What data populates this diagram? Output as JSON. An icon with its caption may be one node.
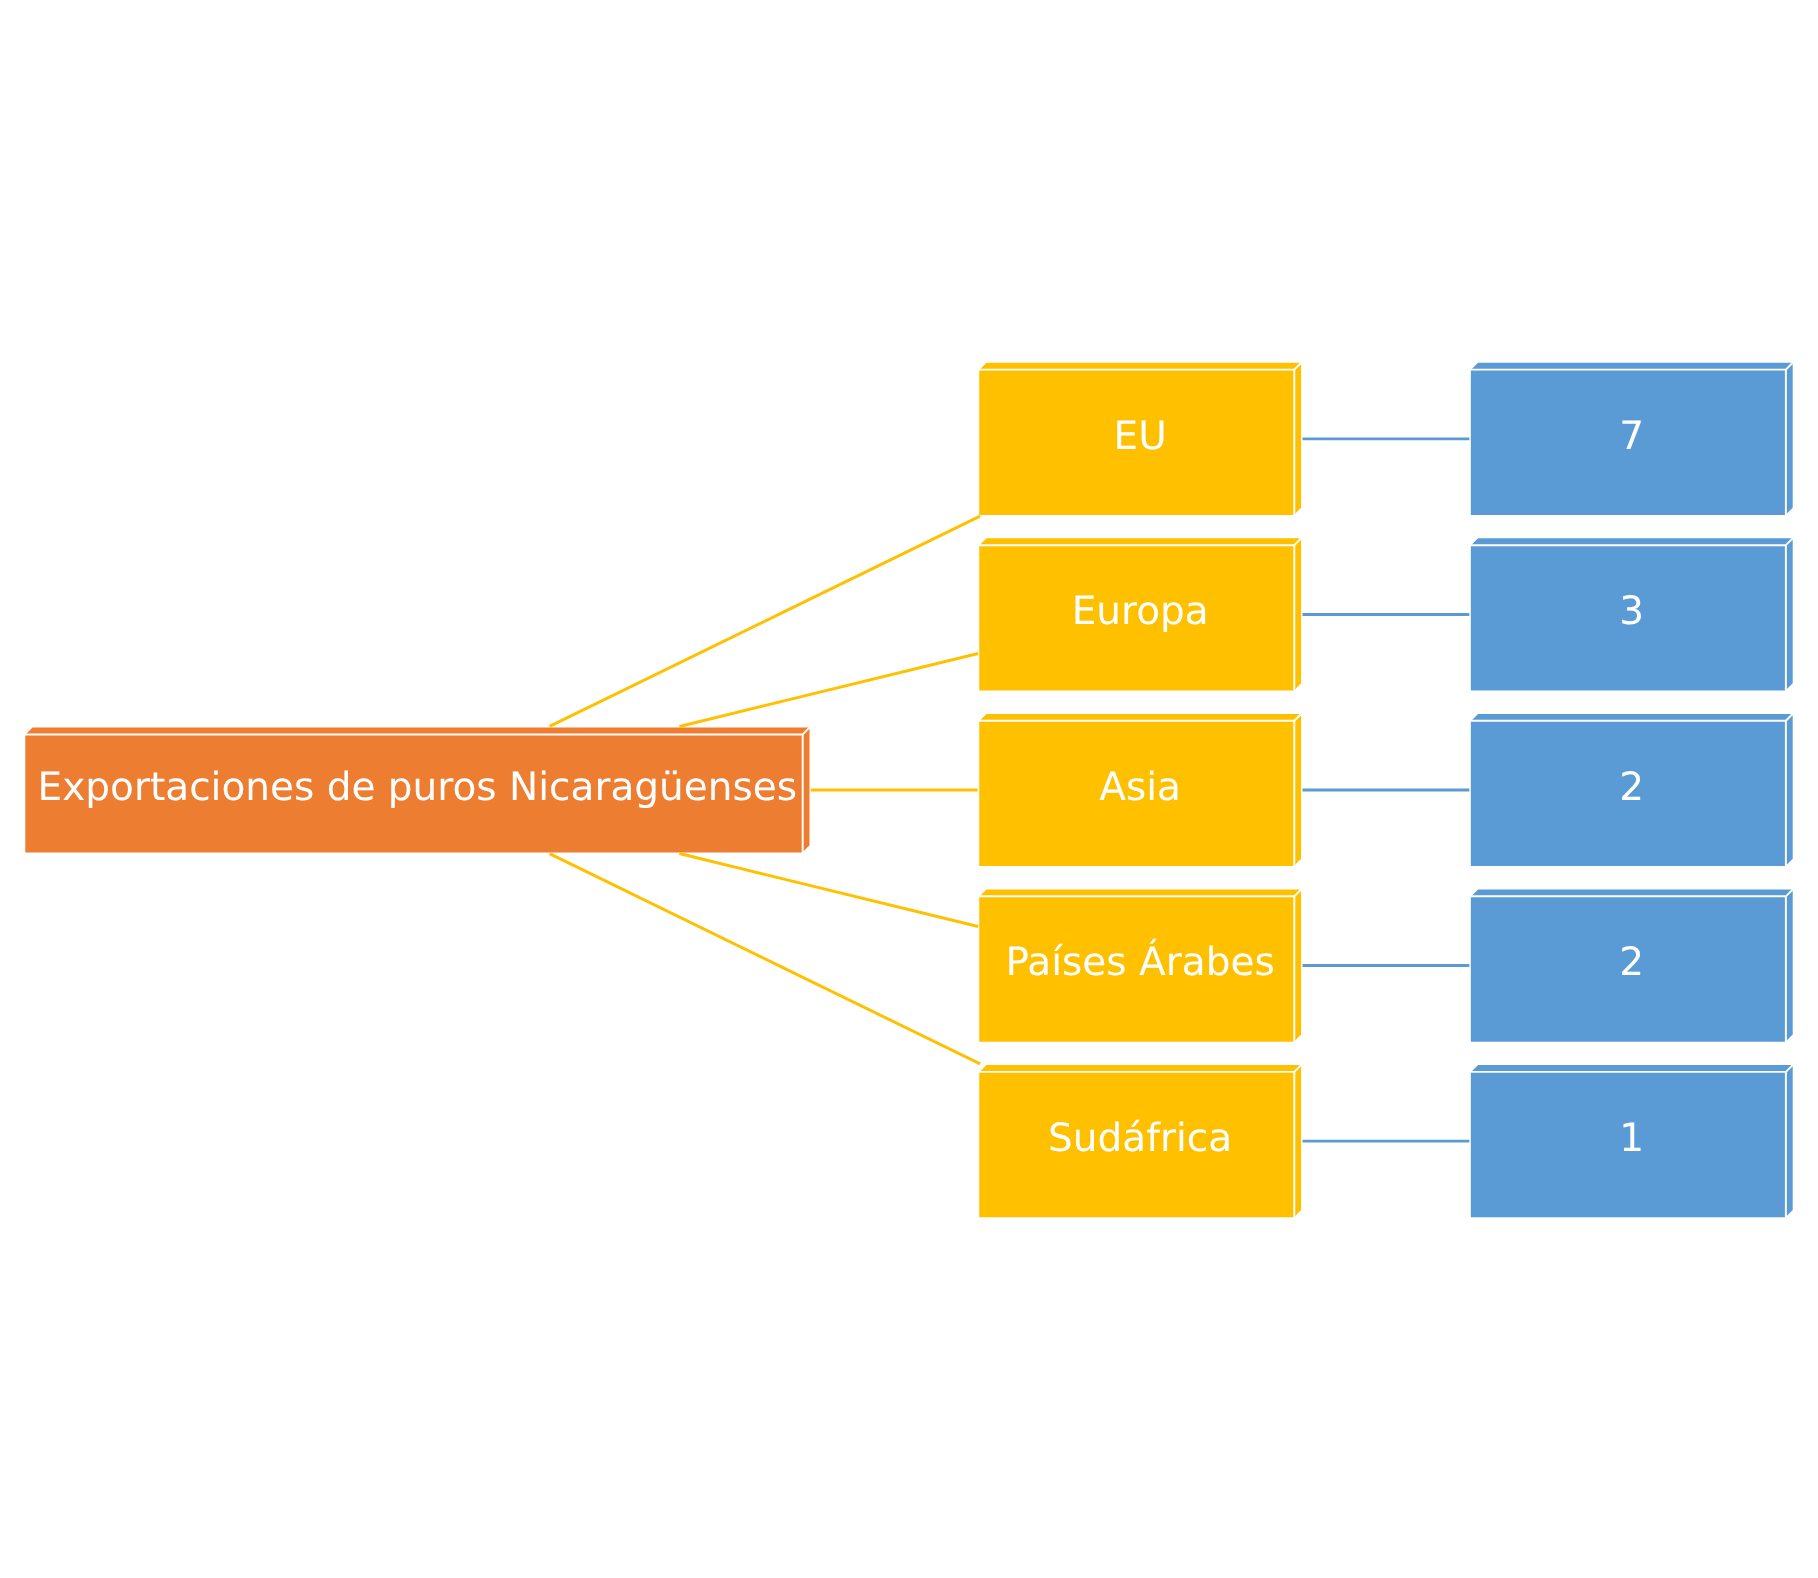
{
  "diagram": {
    "nodes": [
      {
        "text": [
          "Exportaciones de puros Nicaragüenses"
        ]
      },
      {
        "text": [
          "EU"
        ]
      },
      {
        "text": [
          "Europa"
        ]
      },
      {
        "text": [
          "Asia"
        ]
      },
      {
        "text": [
          "Países Árabes"
        ]
      },
      {
        "text": [
          "Sudáfrica"
        ]
      },
      {
        "text": [
          "7"
        ]
      },
      {
        "text": [
          "3"
        ]
      },
      {
        "text": [
          "2"
        ]
      },
      {
        "text": [
          "2"
        ]
      },
      {
        "text": [
          "1"
        ]
      }
    ],
    "edges": [
      {
        "from": 0,
        "to": 1,
        "arrow": "none",
        "color": "#ffc000"
      },
      {
        "from": 0,
        "to": 2,
        "arrow": "none",
        "color": "#ffc000"
      },
      {
        "from": 0,
        "to": 3,
        "arrow": "none",
        "color": "#ffc000"
      },
      {
        "from": 0,
        "to": 4,
        "arrow": "none",
        "color": "#ffc000"
      },
      {
        "from": 0,
        "to": 5,
        "arrow": "none",
        "color": "#ffc000"
      },
      {
        "from": 1,
        "to": 6,
        "arrow": "none",
        "color": "#5b9bd5"
      },
      {
        "from": 2,
        "to": 7,
        "arrow": "none",
        "color": "#5b9bd5"
      },
      {
        "from": 3,
        "to": 8,
        "arrow": "none",
        "color": "#5b9bd5"
      },
      {
        "from": 4,
        "to": 9,
        "arrow": "none",
        "color": "#5b9bd5"
      },
      {
        "from": 5,
        "to": 10,
        "arrow": "none",
        "color": "#5b9bd5"
      }
    ]
  }
}
